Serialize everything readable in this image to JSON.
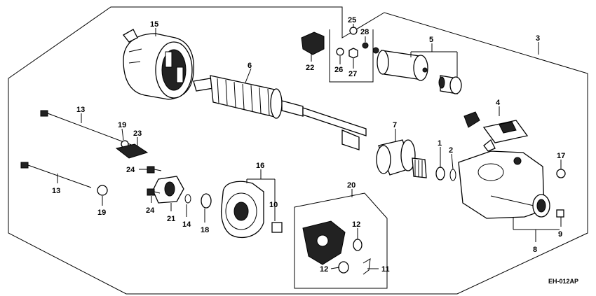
{
  "diagram": {
    "reference_code": "EH-012AP",
    "callouts": {
      "c1": "1",
      "c2": "2",
      "c3": "3",
      "c4": "4",
      "c5": "5",
      "c6": "6",
      "c7": "7",
      "c8": "8",
      "c9": "9",
      "c10": "10",
      "c11": "11",
      "c12a": "12",
      "c12b": "12",
      "c13a": "13",
      "c13b": "13",
      "c14": "14",
      "c15": "15",
      "c16": "16",
      "c17": "17",
      "c18": "18",
      "c19a": "19",
      "c19b": "19",
      "c20": "20",
      "c21": "21",
      "c22": "22",
      "c23": "23",
      "c24a": "24",
      "c24b": "24",
      "c25": "25",
      "c26": "26",
      "c27": "27",
      "c28": "28"
    }
  }
}
